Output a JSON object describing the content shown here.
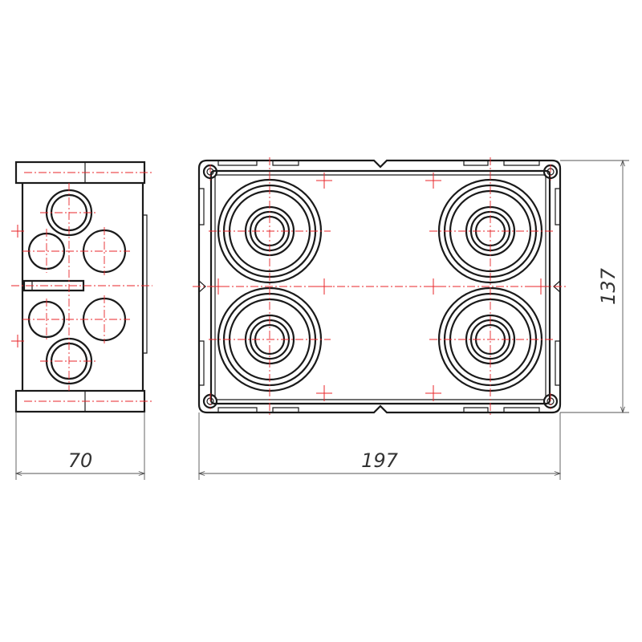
{
  "drawing": {
    "dimensions": {
      "side_width": "70",
      "front_width": "197",
      "front_height": "137"
    },
    "colors": {
      "outline": "#1a1a1a",
      "centerline": "#e8262a",
      "dimension": "#555555"
    }
  }
}
